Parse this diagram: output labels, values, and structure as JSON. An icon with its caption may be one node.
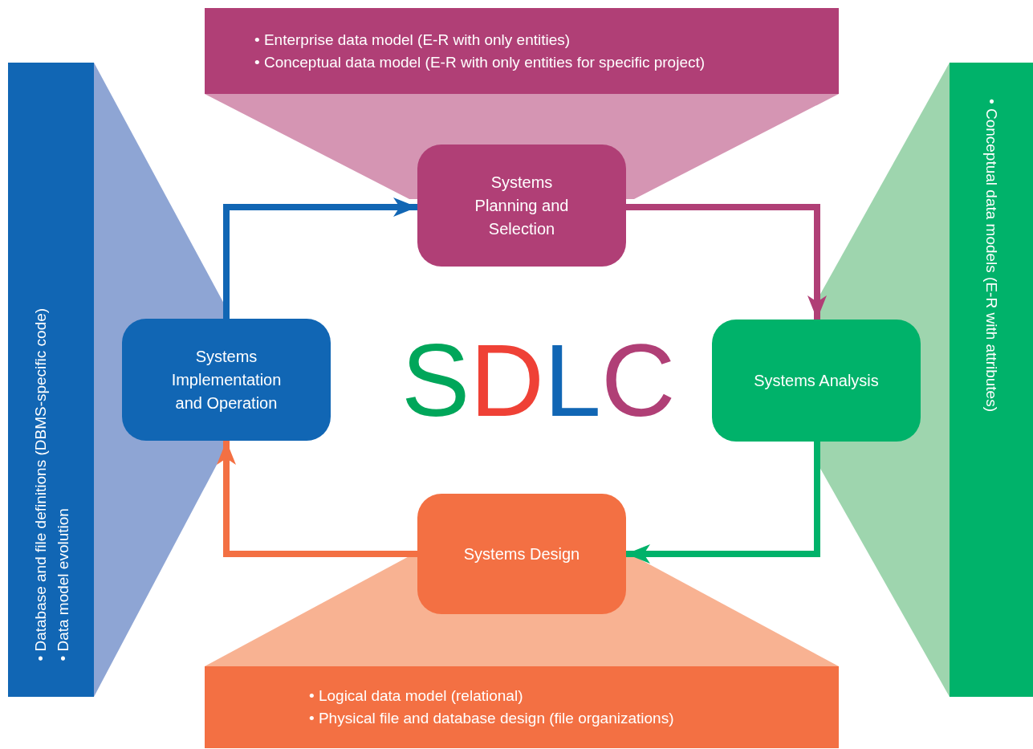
{
  "diagram": {
    "nodes": [
      {
        "text": [
          "• Enterprise data model (E-R with only entities)",
          "• Conceptual data model (E-R with only entities for specific project)"
        ]
      },
      {
        "text": [
          "Systems Planning and Selection"
        ]
      },
      {
        "text": [
          "• Conceptual data models (E-R with attributes)"
        ]
      },
      {
        "text": [
          "Systems Analysis"
        ]
      },
      {
        "text": [
          "• Logical data model (relational)",
          "• Physical file and database design (file organizations)"
        ]
      },
      {
        "text": [
          "Systems Design"
        ]
      },
      {
        "text": [
          "• Database and file definitions (DBMS-specific code)",
          "• Data model evolution"
        ]
      },
      {
        "text": [
          "Systems Implementation and Operation"
        ]
      }
    ],
    "edges": [
      {
        "from": 7,
        "to": 1,
        "arrow": "to",
        "color": "#1166b4"
      },
      {
        "from": 1,
        "to": 3,
        "arrow": "to",
        "color": "#b03f76"
      },
      {
        "from": 3,
        "to": 5,
        "arrow": "to",
        "color": "#00b26a"
      },
      {
        "from": 5,
        "to": 7,
        "arrow": "to",
        "color": "#f37043"
      }
    ],
    "labels": [
      "SDLC"
    ]
  }
}
